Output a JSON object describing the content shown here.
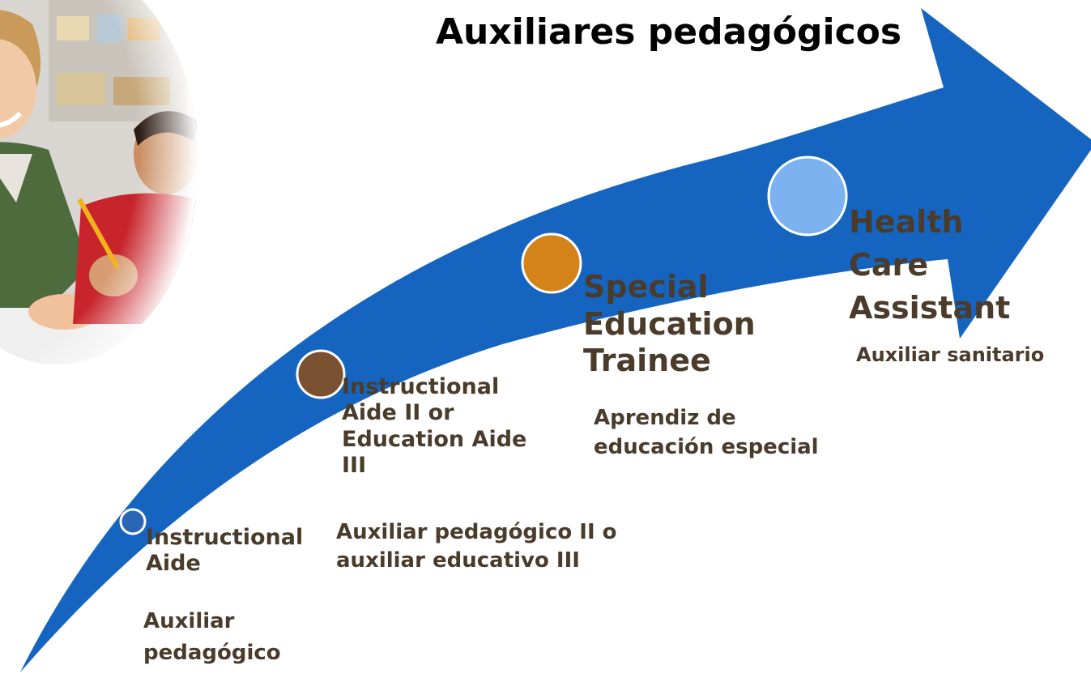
{
  "title": "Auxiliares pedagógicos",
  "colors": {
    "arrow": "#1565c0",
    "node_1": "#2b66b5",
    "node_2": "#7a5231",
    "node_3": "#d4831a",
    "node_4": "#7bb2ef",
    "label_text": "#4a3b2b"
  },
  "photo": {
    "icon": "teacher-with-student-photo"
  },
  "steps": [
    {
      "label": "Instructional Aide",
      "translation": "Auxiliar pedagógico"
    },
    {
      "label": "Instructional Aide II or Education Aide III",
      "translation": "Auxiliar pedagógico II o auxiliar educativo III"
    },
    {
      "label": "Special Education Trainee",
      "translation": "Aprendiz de educación especial"
    },
    {
      "label": "Health Care Assistant",
      "translation": "Auxiliar sanitario"
    }
  ]
}
